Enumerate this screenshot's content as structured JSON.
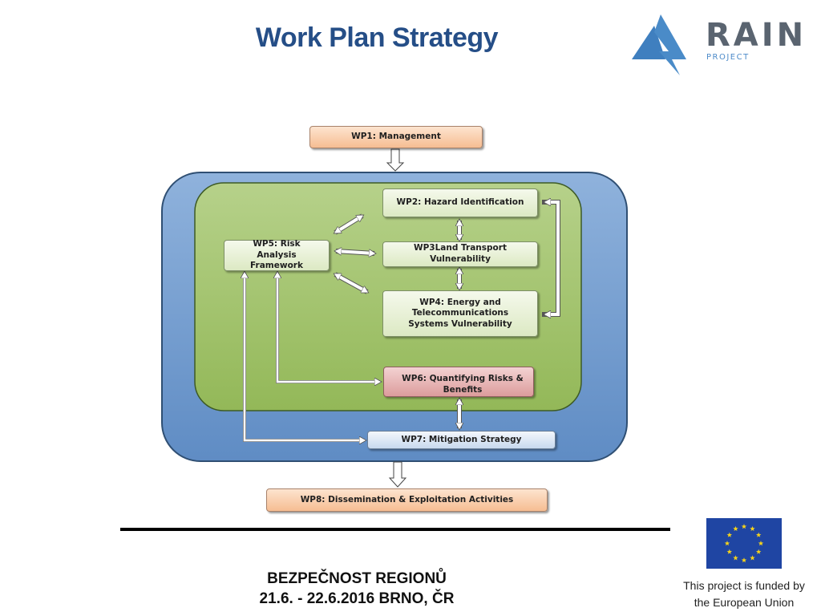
{
  "header": {
    "title": "Work Plan Strategy",
    "logo": {
      "word": "RAIN",
      "subtitle": "PROJECT",
      "icon": "rain-mountain-lightning-icon"
    }
  },
  "diagram": {
    "wp1": "WP1: Management",
    "wp2": "WP2: Hazard Identification",
    "wp3": "WP3Land Transport Vulnerability",
    "wp4": "WP4: Energy and Telecommunications Systems Vulnerability",
    "wp5": "WP5: Risk Analysis Framework",
    "wp6": "WP6: Quantifying Risks & Benefits",
    "wp7": "WP7: Mitigation Strategy",
    "wp8": "WP8: Dissemination & Exploitation Activities"
  },
  "footer": {
    "line1": "BEZPEČNOST REGIONŮ",
    "line2": "21.6. - 22.6.2016 BRNO, ČR",
    "eu_line1": "This project is funded by",
    "eu_line2": "the European Union",
    "eu_flag_icon": "eu-flag-icon"
  },
  "colors": {
    "title": "#254e87",
    "outer_container": "#6e98cc",
    "inner_container": "#9cbf62",
    "wp_orange": "#f6bd92",
    "wp_green": "#dce9c3",
    "wp_pink": "#dc9c9c",
    "wp_blue": "#c8d9ee"
  }
}
